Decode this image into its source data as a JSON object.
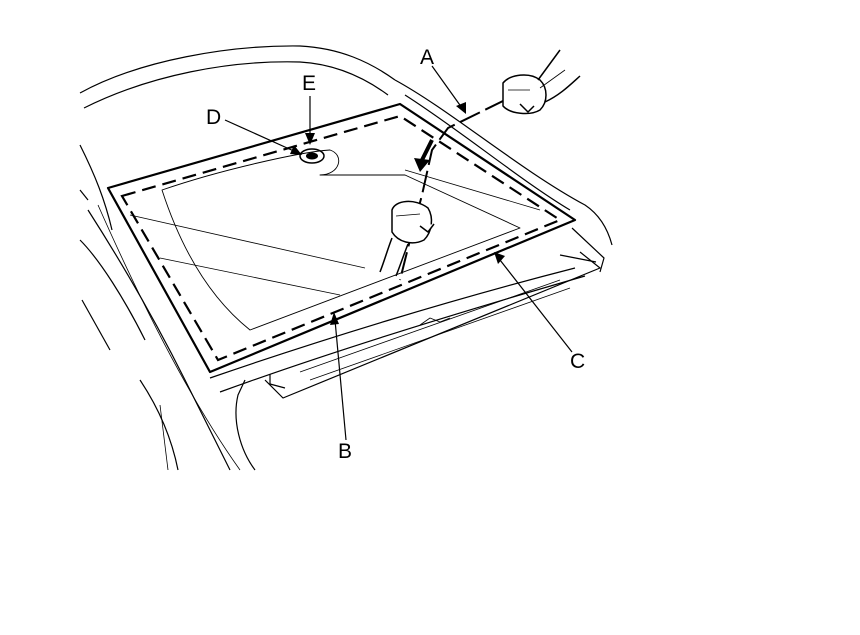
{
  "callouts": [
    {
      "id": "A",
      "label": "A"
    },
    {
      "id": "B",
      "label": "B"
    },
    {
      "id": "C",
      "label": "C"
    },
    {
      "id": "D",
      "label": "D"
    },
    {
      "id": "E",
      "label": "E"
    }
  ],
  "colors": {
    "ink": "#000000",
    "paper": "#ffffff"
  }
}
